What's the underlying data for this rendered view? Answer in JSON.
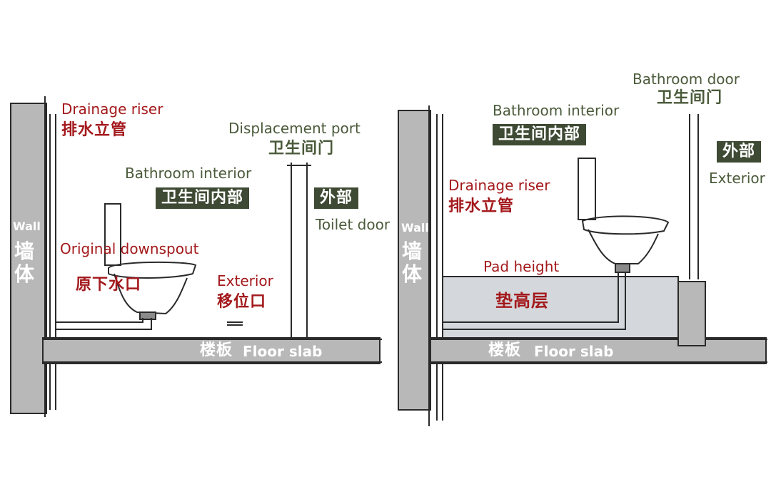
{
  "left_panel": {
    "drainage_riser_en": "Drainage riser",
    "drainage_riser_cn": "排水立管",
    "displacement_port_en": "Displacement port",
    "bathroom_door_cn": "卫生间门",
    "bathroom_interior_en": "Bathroom interior",
    "bathroom_interior_cn": "卫生间内部",
    "exterior_cn": "外部",
    "toilet_door_en": "Toilet door",
    "wall_en": "Wall",
    "wall_cn": "墙体",
    "original_downspout_en": "Original downspout",
    "original_downspout_cn": "原下水口",
    "exterior_en": "Exterior",
    "shifted_port_cn": "移位口",
    "floor_slab_cn": "楼板",
    "floor_slab_en": "Floor slab"
  },
  "right_panel": {
    "bathroom_door_en": "Bathroom door",
    "bathroom_door_cn": "卫生间门",
    "bathroom_interior_en": "Bathroom interior",
    "bathroom_interior_cn": "卫生间内部",
    "exterior_cn": "外部",
    "exterior_en": "Exterior",
    "drainage_riser_en": "Drainage riser",
    "drainage_riser_cn": "排水立管",
    "wall_en": "Wall",
    "wall_cn": "墙体",
    "pad_height_en": "Pad height",
    "pad_layer_cn": "垫高层",
    "floor_slab_cn": "楼板",
    "floor_slab_en": "Floor slab"
  },
  "colors": {
    "wall_fill": "#b8b8b8",
    "line": "#2a2a2a",
    "label_red": "#a3191c",
    "label_green": "#4a5a3a",
    "box_fill": "#3e4a33",
    "pad_fill": "#d4d8dc"
  }
}
